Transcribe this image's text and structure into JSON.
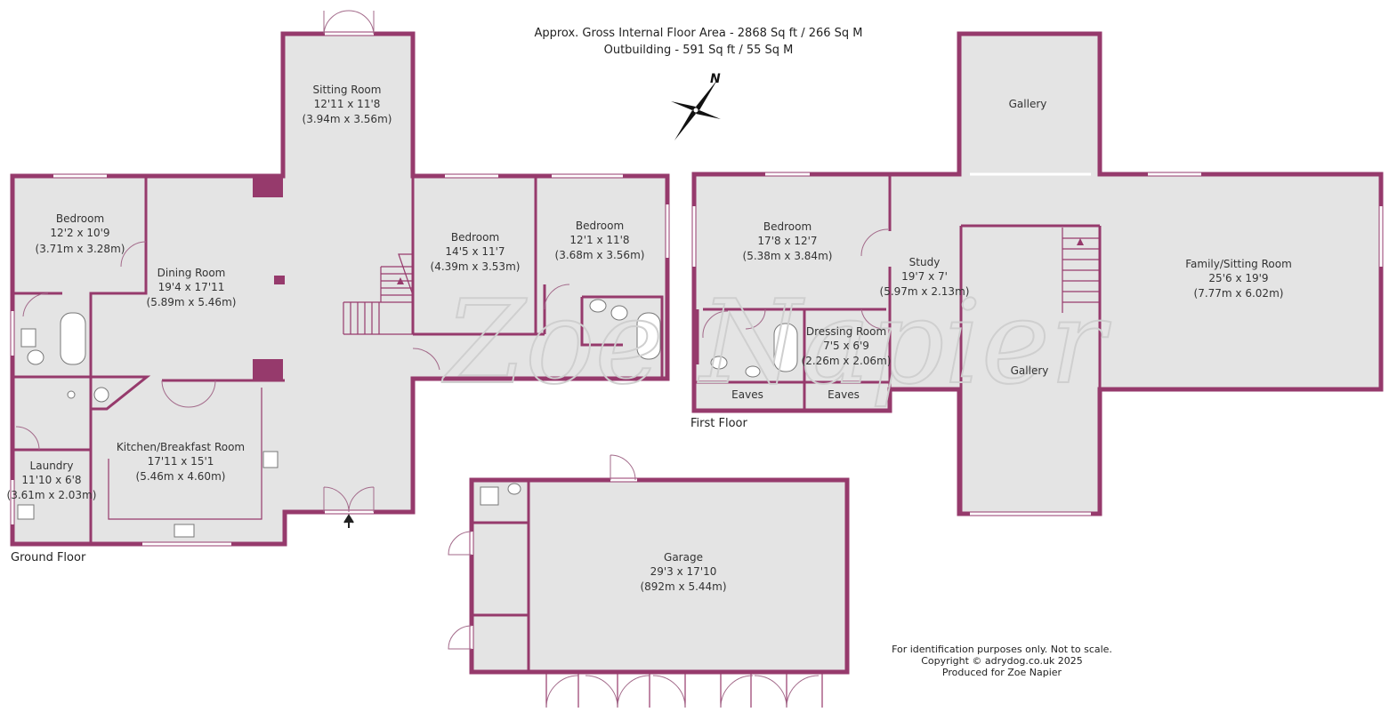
{
  "header": {
    "line1": "Approx. Gross Internal Floor Area - 2868 Sq ft / 266 Sq M",
    "line2": "Outbuilding - 591 Sq ft / 55 Sq M"
  },
  "compass": {
    "label": "N"
  },
  "watermark": "Zoe Napier",
  "floors": {
    "ground": "Ground Floor",
    "first": "First Floor"
  },
  "rooms": {
    "sitting_room": {
      "name": "Sitting Room",
      "imperial": "12'11 x 11'8",
      "metric": "(3.94m x 3.56m)"
    },
    "bedroom_gf1": {
      "name": "Bedroom",
      "imperial": "12'2 x 10'9",
      "metric": "(3.71m x 3.28m)"
    },
    "dining_room": {
      "name": "Dining Room",
      "imperial": "19'4 x 17'11",
      "metric": "(5.89m x 5.46m)"
    },
    "bedroom_gf2": {
      "name": "Bedroom",
      "imperial": "14'5 x 11'7",
      "metric": "(4.39m x 3.53m)"
    },
    "bedroom_gf3": {
      "name": "Bedroom",
      "imperial": "12'1 x 11'8",
      "metric": "(3.68m x 3.56m)"
    },
    "kitchen": {
      "name": "Kitchen/Breakfast Room",
      "imperial": "17'11 x 15'1",
      "metric": "(5.46m x 4.60m)"
    },
    "laundry": {
      "name": "Laundry",
      "imperial": "11'10 x 6'8",
      "metric": "(3.61m x 2.03m)"
    },
    "garage": {
      "name": "Garage",
      "imperial": "29'3 x 17'10",
      "metric": "(892m x 5.44m)"
    },
    "bedroom_ff": {
      "name": "Bedroom",
      "imperial": "17'8 x 12'7",
      "metric": "(5.38m x 3.84m)"
    },
    "study": {
      "name": "Study",
      "imperial": "19'7 x 7'",
      "metric": "(5.97m x 2.13m)"
    },
    "dressing_room": {
      "name": "Dressing Room",
      "imperial": "7'5 x 6'9",
      "metric": "(2.26m x 2.06m)"
    },
    "eaves1": {
      "name": "Eaves"
    },
    "eaves2": {
      "name": "Eaves"
    },
    "family_room": {
      "name": "Family/Sitting Room",
      "imperial": "25'6 x 19'9",
      "metric": "(7.77m x 6.02m)"
    },
    "gallery_top": {
      "name": "Gallery"
    },
    "gallery_mid": {
      "name": "Gallery"
    }
  },
  "footer": {
    "line1": "For identification purposes only. Not to scale.",
    "line2": "Copyright © adrydog.co.uk 2025",
    "line3": "Produced for Zoe Napier"
  },
  "colors": {
    "wall": "#963a6c",
    "floor": "#e4e4e4",
    "text": "#333333"
  }
}
